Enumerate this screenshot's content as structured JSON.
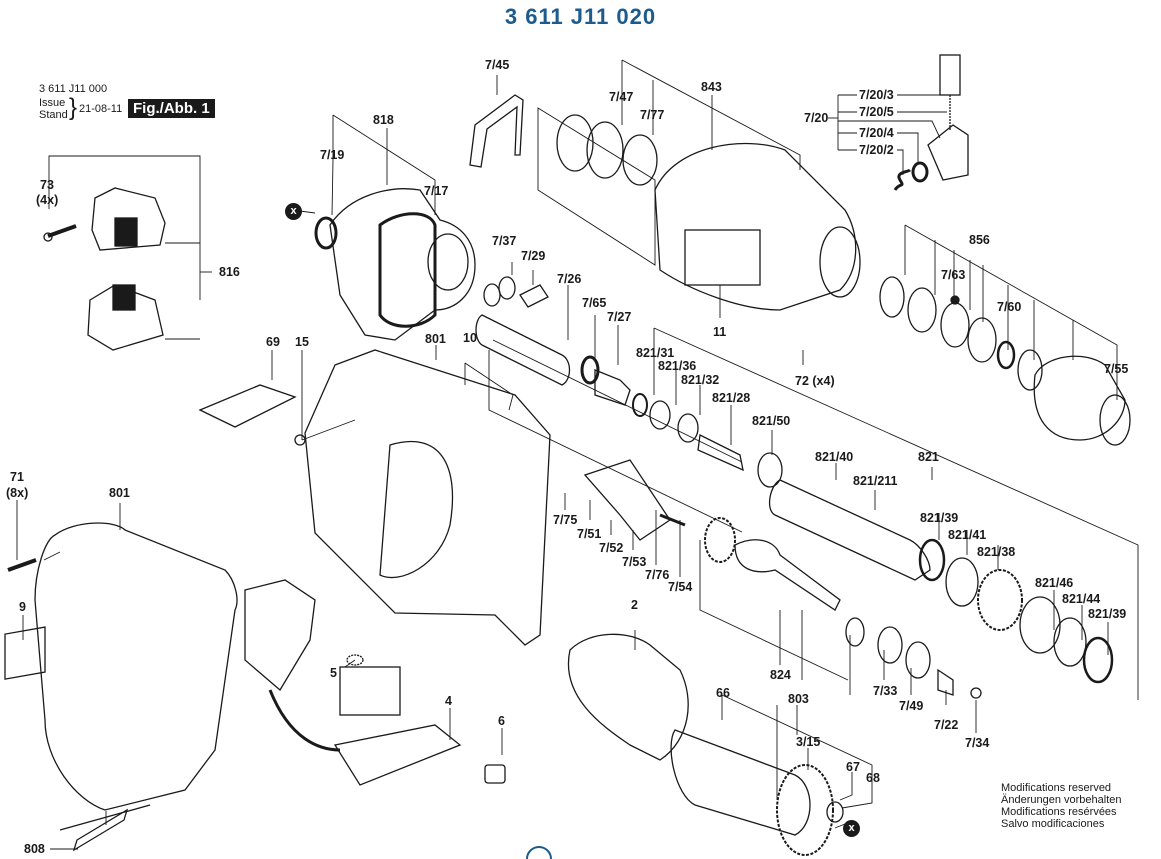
{
  "title": "3 611 J11 020",
  "meta": {
    "drawing_code": "3 611 J11 000",
    "issue_label_en": "Issue",
    "issue_label_de": "Stand",
    "issue_date": "21-08-11",
    "figure_label": "Fig./Abb. 1"
  },
  "notice": [
    "Modifications reserved",
    "Änderungen vorbehalten",
    "Modifications resérvées",
    "Salvo modificaciones"
  ],
  "marker_symbol": "x",
  "parts": {
    "p73": "73",
    "p73q": "(4x)",
    "p816": "816",
    "p818": "818",
    "p7_19": "7/19",
    "p7_17": "7/17",
    "p7_45": "7/45",
    "p7_47": "7/47",
    "p7_77": "7/77",
    "p843": "843",
    "p7_20": "7/20",
    "p7_20_3": "7/20/3",
    "p7_20_5": "7/20/5",
    "p7_20_4": "7/20/4",
    "p7_20_2": "7/20/2",
    "p7_37": "7/37",
    "p7_29": "7/29",
    "p7_26": "7/26",
    "p7_65": "7/65",
    "p7_27": "7/27",
    "p11": "11",
    "p856": "856",
    "p7_63": "7/63",
    "p7_60": "7/60",
    "p7_55": "7/55",
    "p69": "69",
    "p15": "15",
    "p801a": "801",
    "p10": "10",
    "p821_31": "821/31",
    "p821_36": "821/36",
    "p821_32": "821/32",
    "p821_28": "821/28",
    "p72": "72 (x4)",
    "p821_50": "821/50",
    "p821_40": "821/40",
    "p821_211": "821/211",
    "p821": "821",
    "p821_39a": "821/39",
    "p821_41": "821/41",
    "p821_38": "821/38",
    "p821_46": "821/46",
    "p821_44": "821/44",
    "p821_39b": "821/39",
    "p71": "71",
    "p71q": "(8x)",
    "p801b": "801",
    "p9": "9",
    "p7_75": "7/75",
    "p7_51": "7/51",
    "p7_52": "7/52",
    "p7_53": "7/53",
    "p7_76": "7/76",
    "p7_54": "7/54",
    "p2": "2",
    "p824": "824",
    "p7_33": "7/33",
    "p7_49": "7/49",
    "p7_22": "7/22",
    "p7_34": "7/34",
    "p5": "5",
    "p4": "4",
    "p6": "6",
    "p66": "66",
    "p803": "803",
    "p3_15": "3/15",
    "p67": "67",
    "p68": "68",
    "p808": "808"
  }
}
